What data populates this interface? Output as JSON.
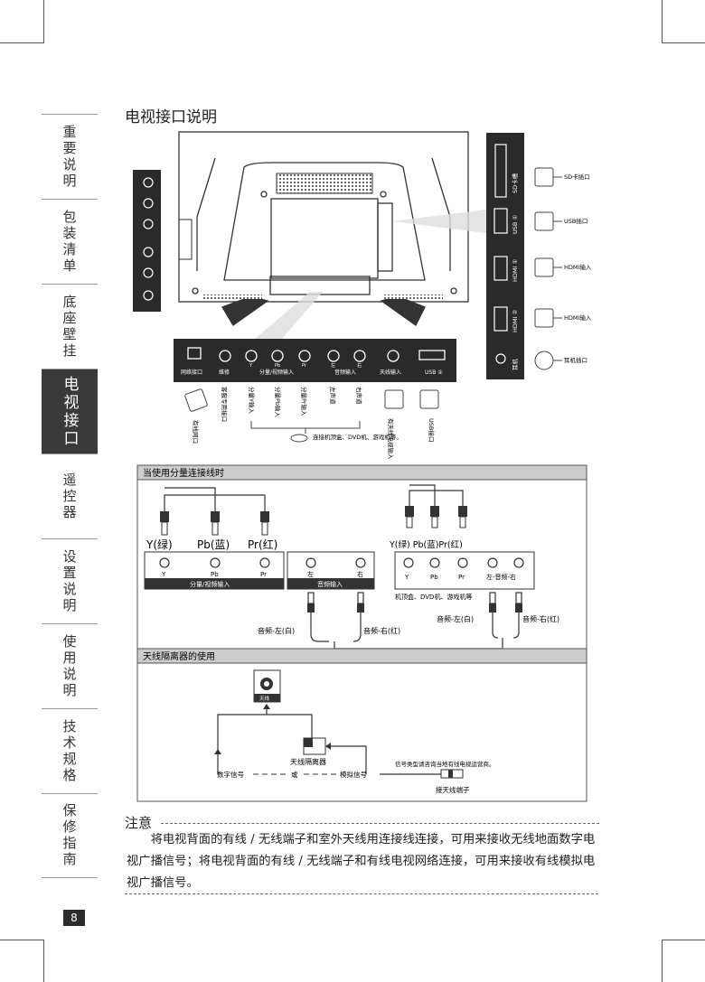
{
  "page": {
    "title": "电视接口说明",
    "page_number": "8"
  },
  "sidebar": {
    "items": [
      {
        "label": "重要说明",
        "active": false
      },
      {
        "label": "包装清单",
        "active": false
      },
      {
        "label": "底座壁挂",
        "active": false
      },
      {
        "label": "电视接口",
        "active": true
      },
      {
        "label": "遥控器",
        "active": false
      },
      {
        "label": "设置说明",
        "active": false
      },
      {
        "label": "使用说明",
        "active": false
      },
      {
        "label": "技术规格",
        "active": false
      },
      {
        "label": "保修指南",
        "active": false
      }
    ]
  },
  "side_panel": {
    "ports": [
      "SD卡槽",
      "USB ①",
      "HDMI ①",
      "HDMI ②",
      "耳机"
    ],
    "labels": [
      "SD卡插口",
      "USB插口",
      "HDMI输入",
      "HDMI输入",
      "耳机插口"
    ]
  },
  "bottom_panel": {
    "port_labels": [
      "网络接口",
      "维修",
      "Y",
      "Pb",
      "Pr",
      "分量/视频输入",
      "左",
      "右",
      "音频输入",
      "天线输入",
      "USB ②"
    ],
    "callouts": [
      "有线网口",
      "客服专用接口",
      "分量Y输入",
      "分量Pb输入",
      "分量Pr输入",
      "左声道",
      "右声道",
      "连接机顶盒、DVD机、游戏机等。",
      "有天线电视输入",
      "USB接口"
    ]
  },
  "component_section": {
    "header": "当使用分量连接线时",
    "plug_labels": [
      "Y(绿)",
      "Pb(蓝)",
      "Pr(红)"
    ],
    "jack_labels": [
      "Y",
      "Pb",
      "Pr",
      "左",
      "右"
    ],
    "group_labels": [
      "分量/视频输入",
      "音频输入"
    ],
    "device_plug_label": "Y(绿) Pb(蓝)Pr(红)",
    "device_jacks": [
      "Y",
      "Pb",
      "Pr",
      "左-音频-右"
    ],
    "device_label": "机顶盒、DVD机、游戏机等",
    "audio_labels": [
      "音频-左(白)",
      "音频-右(红)",
      "音频-左(白)",
      "音频-右(红)"
    ]
  },
  "antenna_section": {
    "header": "天线隔离器的使用",
    "jack_label": "天线",
    "isolator": "天线隔离器",
    "digital": "数字信号",
    "or": "或",
    "analog": "模拟信号",
    "info": "信号类型请咨询当地有线电视运营商。",
    "terminal": "接天线端子"
  },
  "note": {
    "title": "注意",
    "body": "将电视背面的有线 / 无线端子和室外天线用连接线连接，可用来接收无线地面数字电视广播信号；将电视背面的有线 / 无线端子和有线电视网络连接，可用来接收有线模拟电视广播信号。"
  }
}
